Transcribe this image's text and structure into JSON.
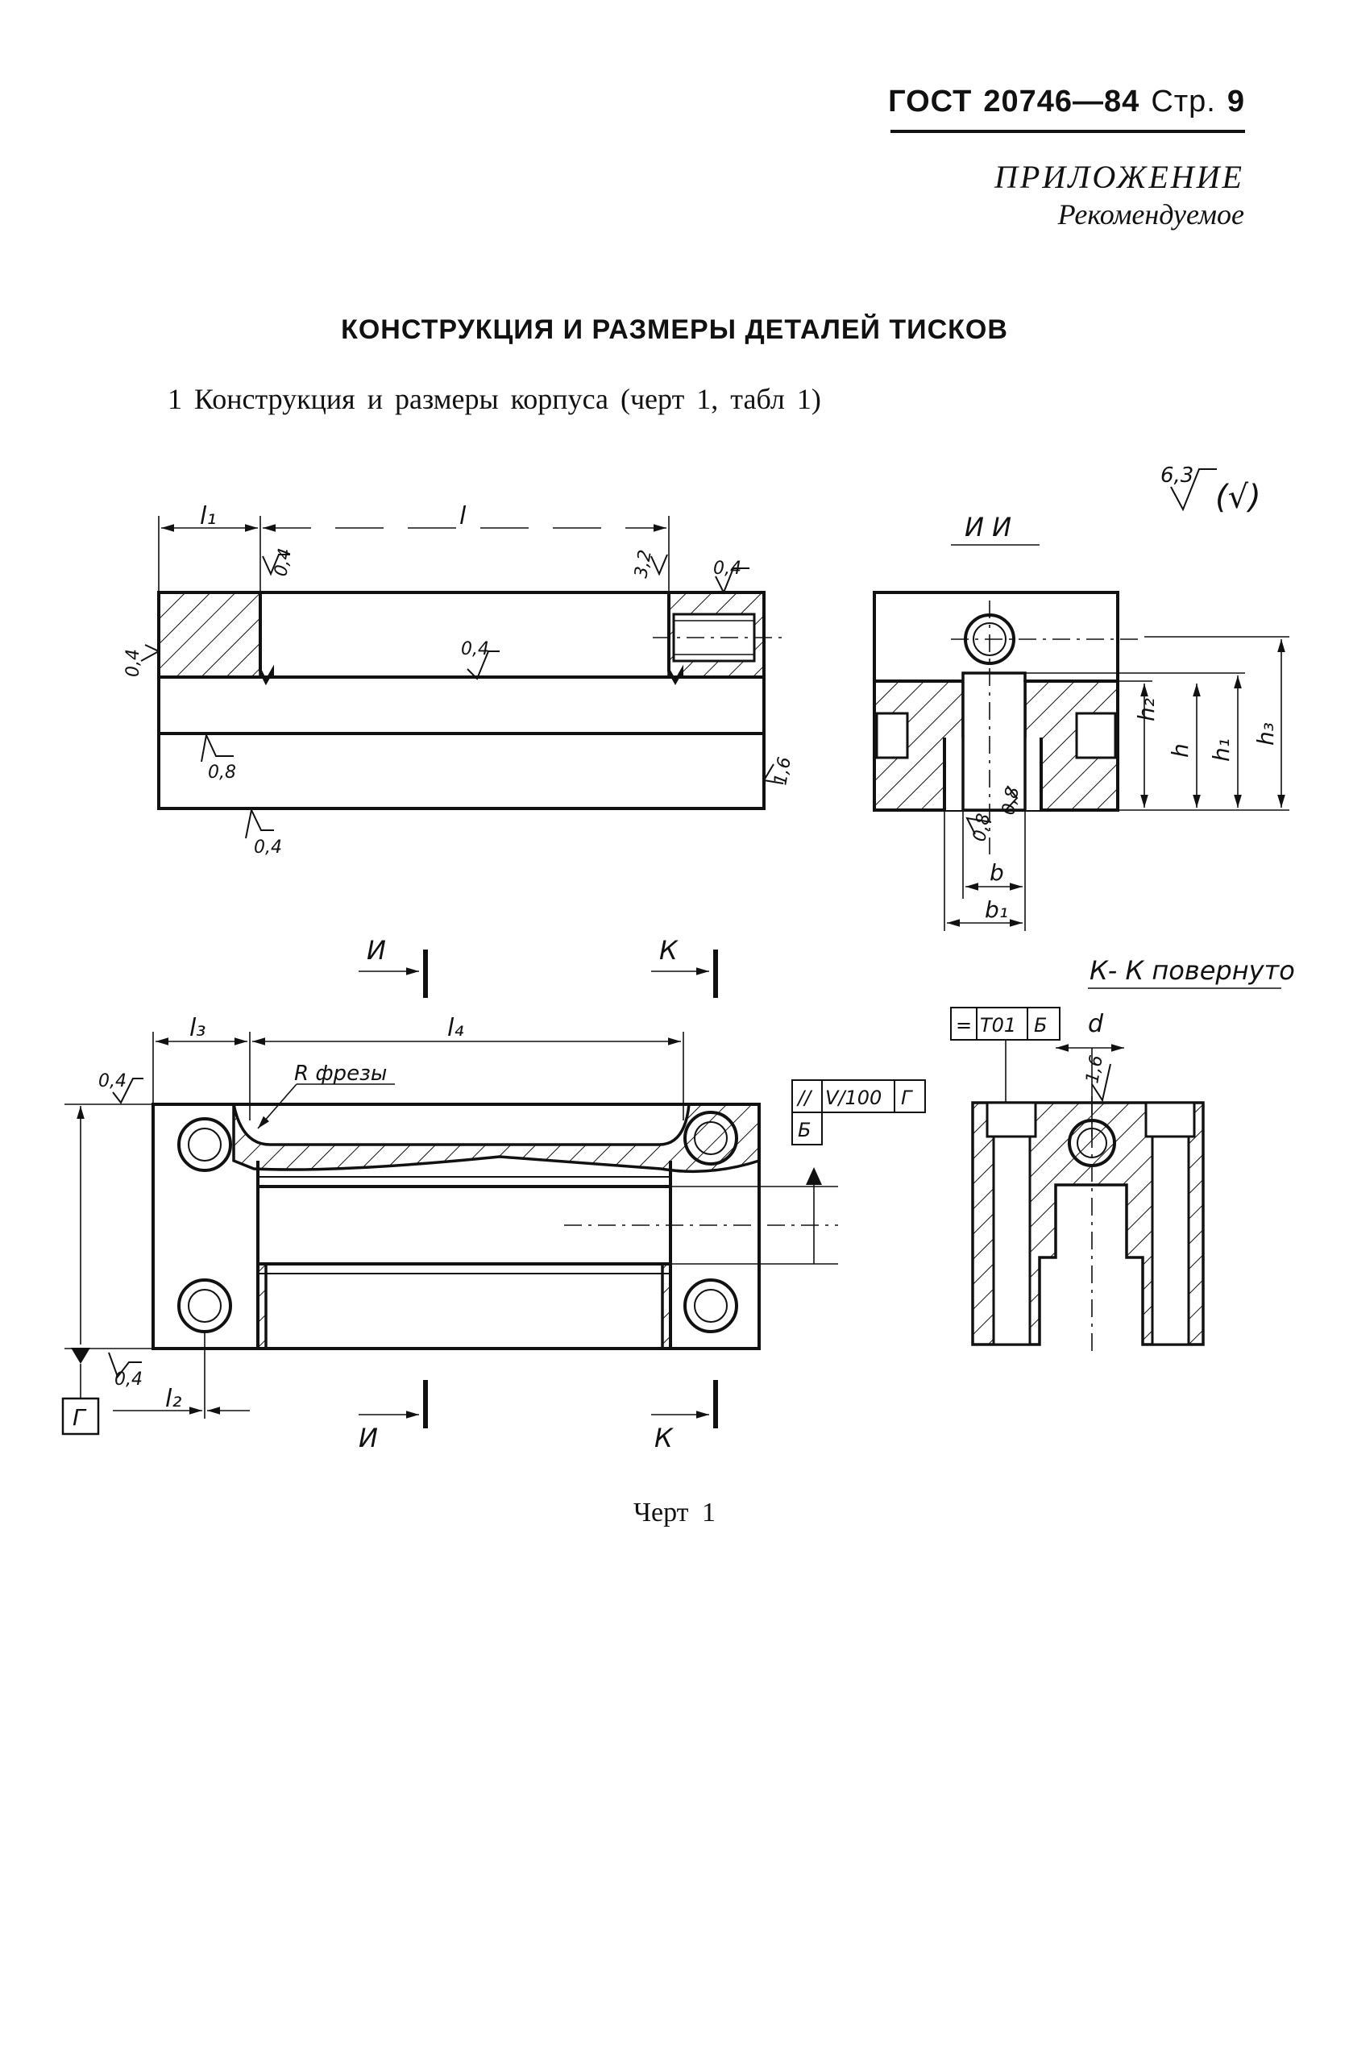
{
  "header": {
    "standard": "ГОСТ",
    "number": "20746—84",
    "page_word": "Стр.",
    "page_number": "9"
  },
  "appendix": {
    "label": "ПРИЛОЖЕНИЕ",
    "status": "Рекомендуемое"
  },
  "title": "КОНСТРУКЦИЯ И РАЗМЕРЫ ДЕТАЛЕЙ ТИСКОВ",
  "paragraph": "1  Конструкция и размеры корпуса (черт  1, табл  1)",
  "drawing": {
    "roughness_general": "6,3",
    "roughness_paren": "(√)",
    "top_view": {
      "dim_l1": "l₁",
      "dim_l": "l",
      "rough_04_a": "0,4",
      "rough_32": "3,2",
      "rough_04_b": "0,4",
      "rough_04_c": "0,4",
      "rough_04_d": "0,4",
      "rough_08": "0,8",
      "rough_16": "1,6",
      "rough_04_e": "0,4"
    },
    "section_ii": {
      "label": "И  И",
      "dim_h2": "h₂",
      "dim_h": "h",
      "dim_h1": "h₁",
      "dim_h3": "h₃",
      "rough_08_a": "0,8",
      "rough_08_b": "0,8",
      "dim_b": "b",
      "dim_b1": "b₁"
    },
    "plan_view": {
      "cut_i_top": "И",
      "cut_k_top": "К",
      "cut_i_bottom": "И",
      "cut_k_bottom": "К",
      "dim_l3": "l₃",
      "dim_l4": "l₄",
      "mill_radius": "R фрезы",
      "rough_04_top": "0,4",
      "rough_04_bottom": "0,4",
      "dim_l2": "l₂",
      "datum_g": "Г",
      "tol_parallel_symbol": "//",
      "tol_parallel_value": "V/100",
      "tol_parallel_datum": "Г",
      "datum_b": "Б"
    },
    "section_kk": {
      "label": "К- К повернуто",
      "tol_symmetry_symbol": "=",
      "tol_symmetry_value": "Т01",
      "tol_symmetry_datum": "Б",
      "dim_d": "d",
      "rough_16": "1,6"
    }
  },
  "caption": "Черт  1"
}
